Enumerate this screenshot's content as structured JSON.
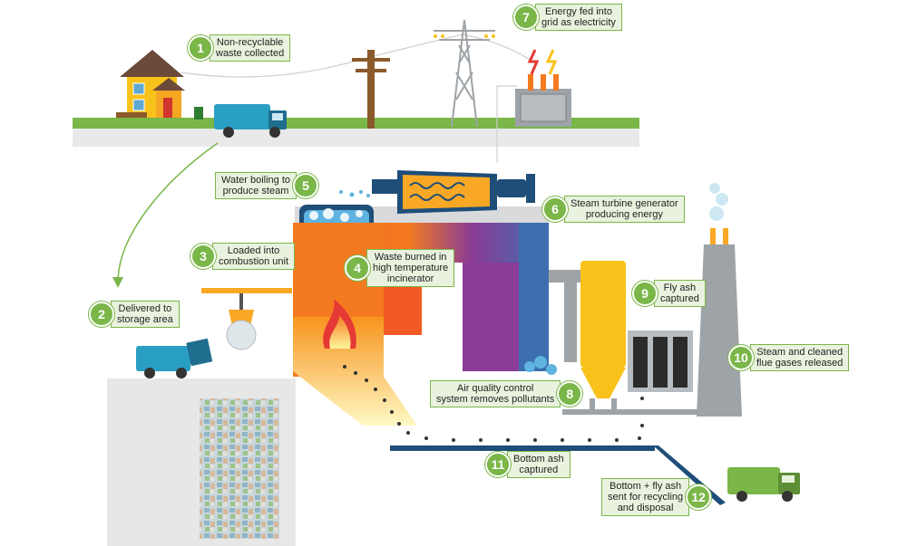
{
  "colors": {
    "green": "#7ab648",
    "label_bg": "#e9f2de",
    "steel_blue": "#2e5f8a",
    "incinerator_orange": "#f47a20",
    "incinerator_purple": "#7b3f98",
    "yellow": "#f9c21b",
    "grey": "#9ea3a7"
  },
  "steps": [
    {
      "num": "1",
      "lines": [
        "Non-recyclable",
        "waste collected"
      ]
    },
    {
      "num": "2",
      "lines": [
        "Delivered to",
        "storage area"
      ]
    },
    {
      "num": "3",
      "lines": [
        "Loaded into",
        "combustion unit"
      ]
    },
    {
      "num": "4",
      "lines": [
        "Waste burned in",
        "high temperature",
        "incinerator"
      ]
    },
    {
      "num": "5",
      "lines": [
        "Water boiling to",
        "produce steam"
      ]
    },
    {
      "num": "6",
      "lines": [
        "Steam turbine generator",
        "producing energy"
      ]
    },
    {
      "num": "7",
      "lines": [
        "Energy fed into",
        "grid as electricity"
      ]
    },
    {
      "num": "8",
      "lines": [
        "Air quality control",
        "system removes pollutants"
      ]
    },
    {
      "num": "9",
      "lines": [
        "Fly ash",
        "captured"
      ]
    },
    {
      "num": "10",
      "lines": [
        "Steam and cleaned",
        "flue gases released"
      ]
    },
    {
      "num": "11",
      "lines": [
        "Bottom ash",
        "captured"
      ]
    },
    {
      "num": "12",
      "lines": [
        "Bottom + fly ash",
        "sent for recycling",
        "and disposal"
      ]
    }
  ],
  "icons": [
    "house-icon",
    "garbage-truck-icon",
    "utility-pole-icon",
    "pylon-icon",
    "transformer-icon",
    "lightning-icon",
    "boiler-icon",
    "turbine-icon",
    "fire-icon",
    "grab-claw-icon",
    "silo-icon",
    "filter-icon",
    "chimney-icon",
    "conveyor-icon"
  ]
}
